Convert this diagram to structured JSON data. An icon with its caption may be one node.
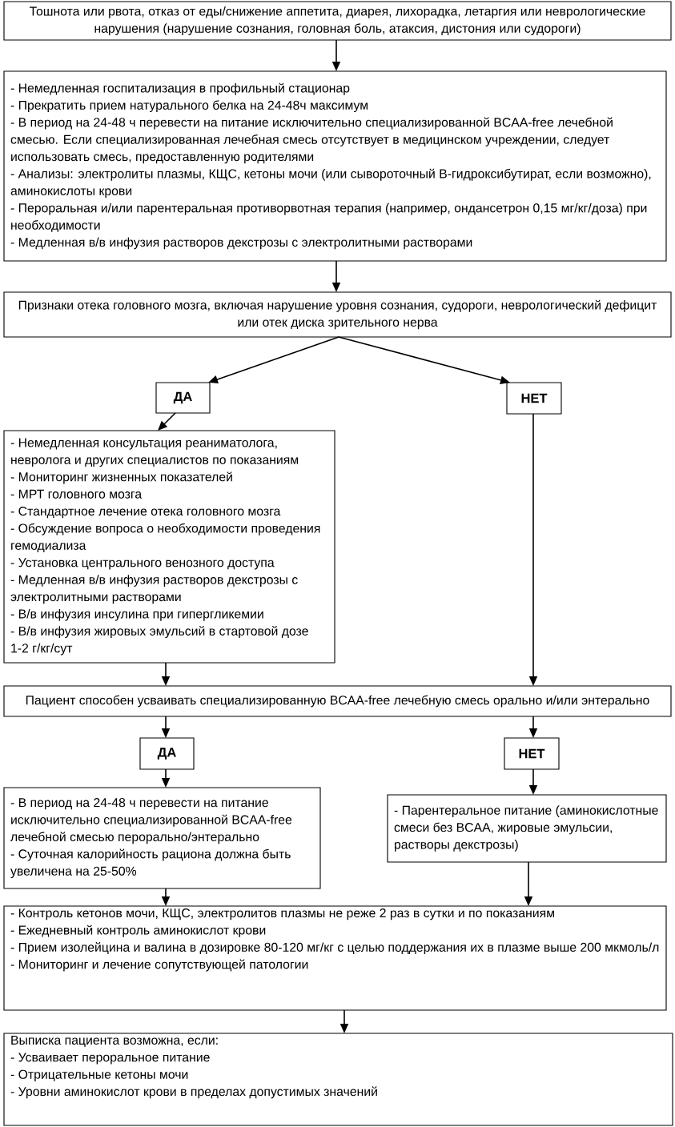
{
  "diagram": {
    "nodes": [
      {
        "text": [
          "Тошнота или рвота, отказ от еды/снижение аппетита, диарея, лихорадка, летаргия или неврологические нарушения (нарушение сознания, головная боль, атаксия, дистония или судороги)"
        ]
      },
      {
        "text": [
          "- Немедленная госпитализация в профильный стационар",
          "- Прекратить прием натурального белка на 24-48ч максимум",
          "- В период на 24-48 ч перевести на питание исключительно специализированной BCAA-free лечебной смесью. Если специализированная лечебная смесь отсутствует в медицинском учреждении, следует использовать смесь, предоставленную родителями",
          "- Анализы: электролиты плазмы, КЩС, кетоны мочи (или сывороточный В-гидроксибутират, если возможно), аминокислоты крови",
          "- Пероральная и/или парентеральная противорвотная терапия (например, ондансетрон 0,15 мг/кг/доза) при необходимости",
          "- Медленная в/в инфузия растворов декстрозы с электролитными растворами"
        ]
      },
      {
        "text": [
          "Признаки отека головного мозга, включая нарушение уровня сознания, судороги, неврологический дефицит или отек диска зрительного нерва"
        ]
      },
      {
        "text": [
          "ДА"
        ]
      },
      {
        "text": [
          "НЕТ"
        ]
      },
      {
        "text": [
          "- Немедленная консультация реаниматолога, невролога и других специалистов по показаниям",
          "- Мониторинг жизненных показателей",
          "- МРТ головного мозга",
          "- Стандартное лечение отека головного мозга",
          "- Обсуждение вопроса о необходимости проведения гемодиализа",
          "- Установка центрального венозного доступа",
          "- Медленная в/в инфузия растворов декстрозы с электролитными растворами",
          "- В/в инфузия инсулина при гипергликемии",
          "- В/в инфузия жировых эмульсий в стартовой дозе 1-2 г/кг/сут"
        ]
      },
      {
        "text": [
          "Пациент способен усваивать специализированную BCAA-free лечебную смесь орально и/или энтерально"
        ]
      },
      {
        "text": [
          "ДА"
        ]
      },
      {
        "text": [
          "НЕТ"
        ]
      },
      {
        "text": [
          "- В период на 24-48 ч перевести на питание исключительно специализированной BCAA-free лечебной смесью перорально/энтерально",
          "- Суточная калорийность рациона должна быть увеличена на 25-50%"
        ]
      },
      {
        "text": [
          "- Парентеральное питание (аминокислотные смеси без BCAA, жировые эмульсии, растворы декстрозы)"
        ]
      },
      {
        "text": [
          "- Контроль кетонов мочи, КЩС, электролитов плазмы не реже 2 раз в сутки и по показаниям",
          "- Ежедневный контроль аминокислот крови",
          "- Прием изолейцина и валина в дозировке 80-120 мг/кг с целью поддержания их в плазме выше 200 мкмоль/л",
          "- Мониторинг и лечение сопутствующей патологии"
        ]
      },
      {
        "text": [
          "Выписка пациента возможна, если:",
          "- Усваивает пероральное питание",
          "- Отрицательные кетоны мочи",
          "- Уровни аминокислот крови в пределах допустимых значений"
        ]
      }
    ],
    "edges": [
      {
        "from": 0,
        "to": 1,
        "arrow": "to"
      },
      {
        "from": 1,
        "to": 2,
        "arrow": "to"
      },
      {
        "from": 2,
        "to": 3,
        "arrow": "to"
      },
      {
        "from": 2,
        "to": 4,
        "arrow": "to"
      },
      {
        "from": 3,
        "to": 5,
        "arrow": "to"
      },
      {
        "from": 4,
        "to": 6,
        "arrow": "to"
      },
      {
        "from": 5,
        "to": 6,
        "arrow": "to"
      },
      {
        "from": 6,
        "to": 7,
        "arrow": "to"
      },
      {
        "from": 6,
        "to": 8,
        "arrow": "to"
      },
      {
        "from": 7,
        "to": 9,
        "arrow": "to"
      },
      {
        "from": 8,
        "to": 10,
        "arrow": "to"
      },
      {
        "from": 9,
        "to": 11,
        "arrow": "to"
      },
      {
        "from": 10,
        "to": 11,
        "arrow": "to"
      },
      {
        "from": 11,
        "to": 12,
        "arrow": "to"
      }
    ]
  }
}
